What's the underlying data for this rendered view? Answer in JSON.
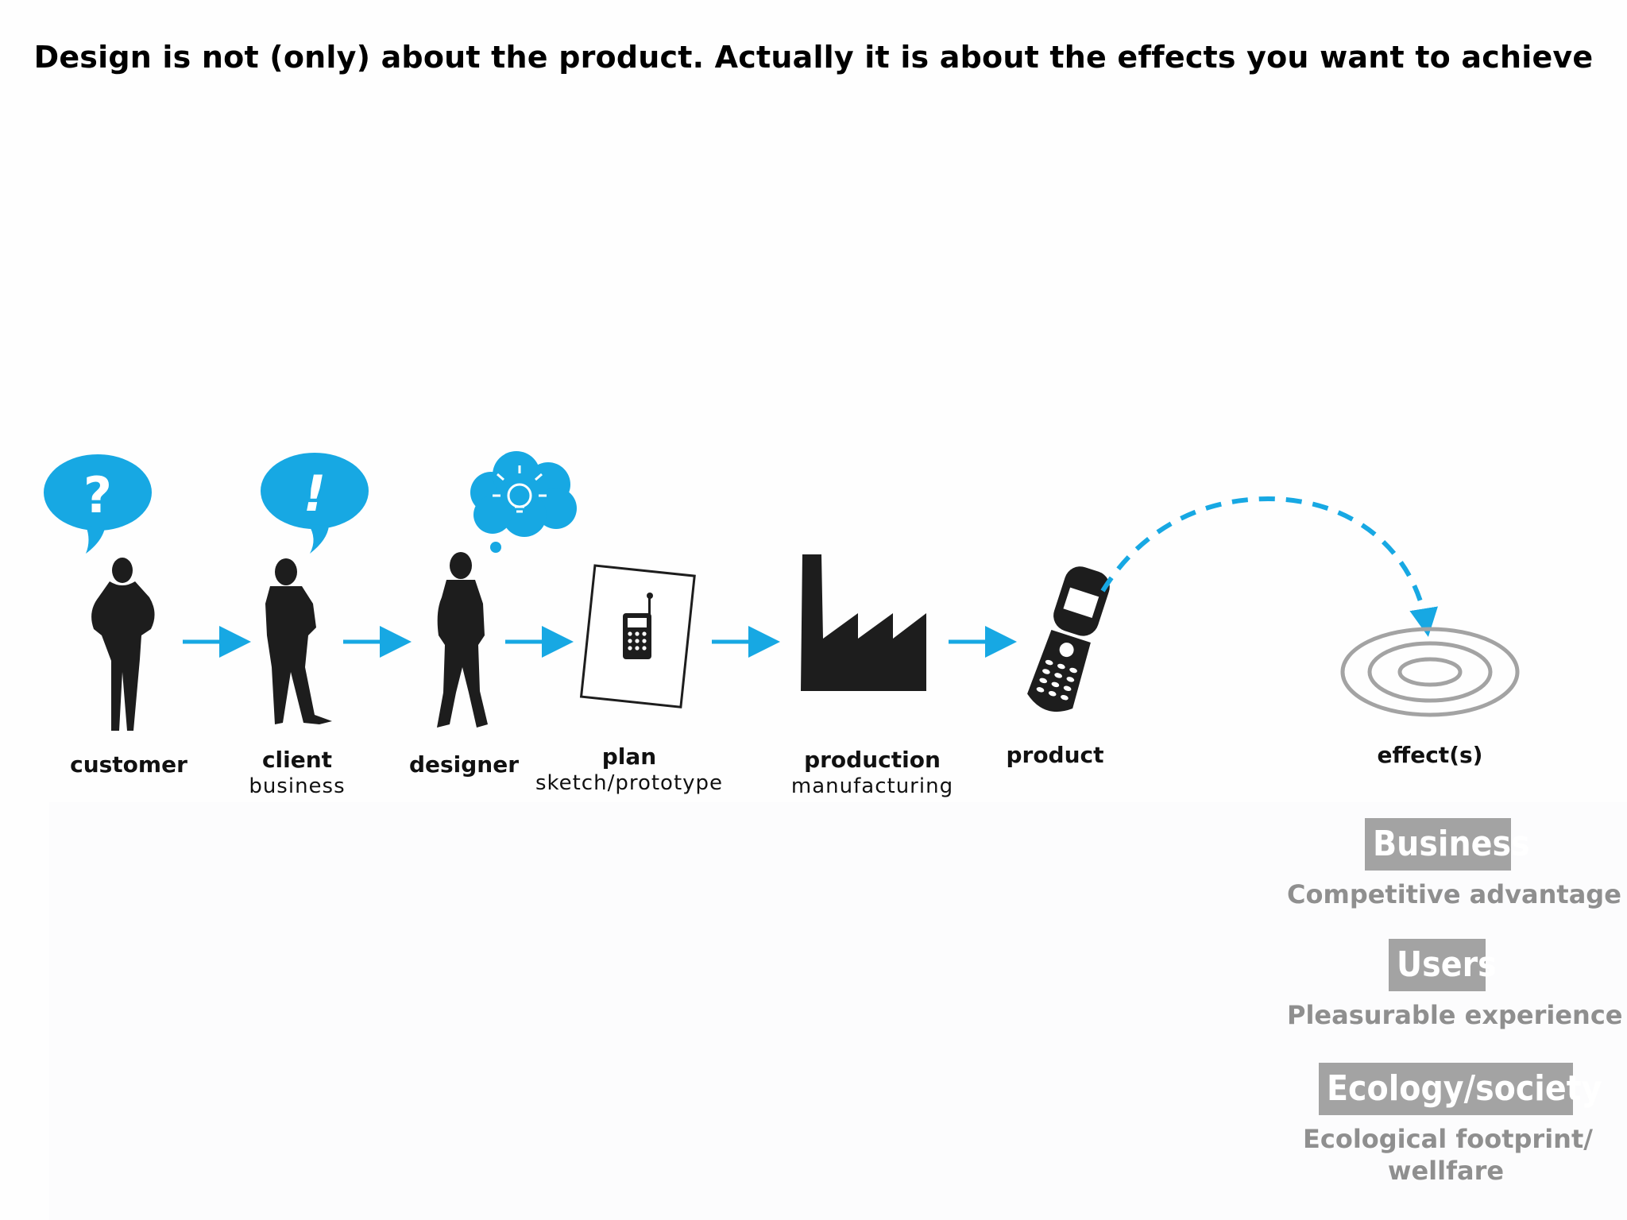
{
  "title": "Design is not (only) about the product. Actually it is about the effects you want to achieve",
  "stages": [
    {
      "label": "customer",
      "sub": ""
    },
    {
      "label": "client",
      "sub": "business"
    },
    {
      "label": "designer",
      "sub": ""
    },
    {
      "label": "plan",
      "sub": "sketch/prototype"
    },
    {
      "label": "production",
      "sub": "manufacturing"
    },
    {
      "label": "product",
      "sub": ""
    },
    {
      "label": "effect(s)",
      "sub": ""
    }
  ],
  "bubbles": {
    "customer": "?",
    "client": "!"
  },
  "effects": [
    {
      "tag": "Business",
      "desc": "Competitive advantage"
    },
    {
      "tag": "Users",
      "desc": "Pleasurable experience"
    },
    {
      "tag": "Ecology/society",
      "desc": "Ecological footprint/ wellfare",
      "desc_line1": "Ecological footprint/",
      "desc_line2": "wellfare"
    }
  ],
  "icons": [
    "question-bubble-icon",
    "exclamation-bubble-icon",
    "lightbulb-thought-icon",
    "person-silhouette-icon",
    "plan-sheet-icon",
    "factory-icon",
    "phone-icon",
    "target-icon",
    "arrow-icon"
  ],
  "colors": {
    "accent": "#17a8e3",
    "silhouette": "#1d1d1d",
    "effect_gray": "#a3a3a3",
    "effect_text": "#8f8f8f"
  }
}
